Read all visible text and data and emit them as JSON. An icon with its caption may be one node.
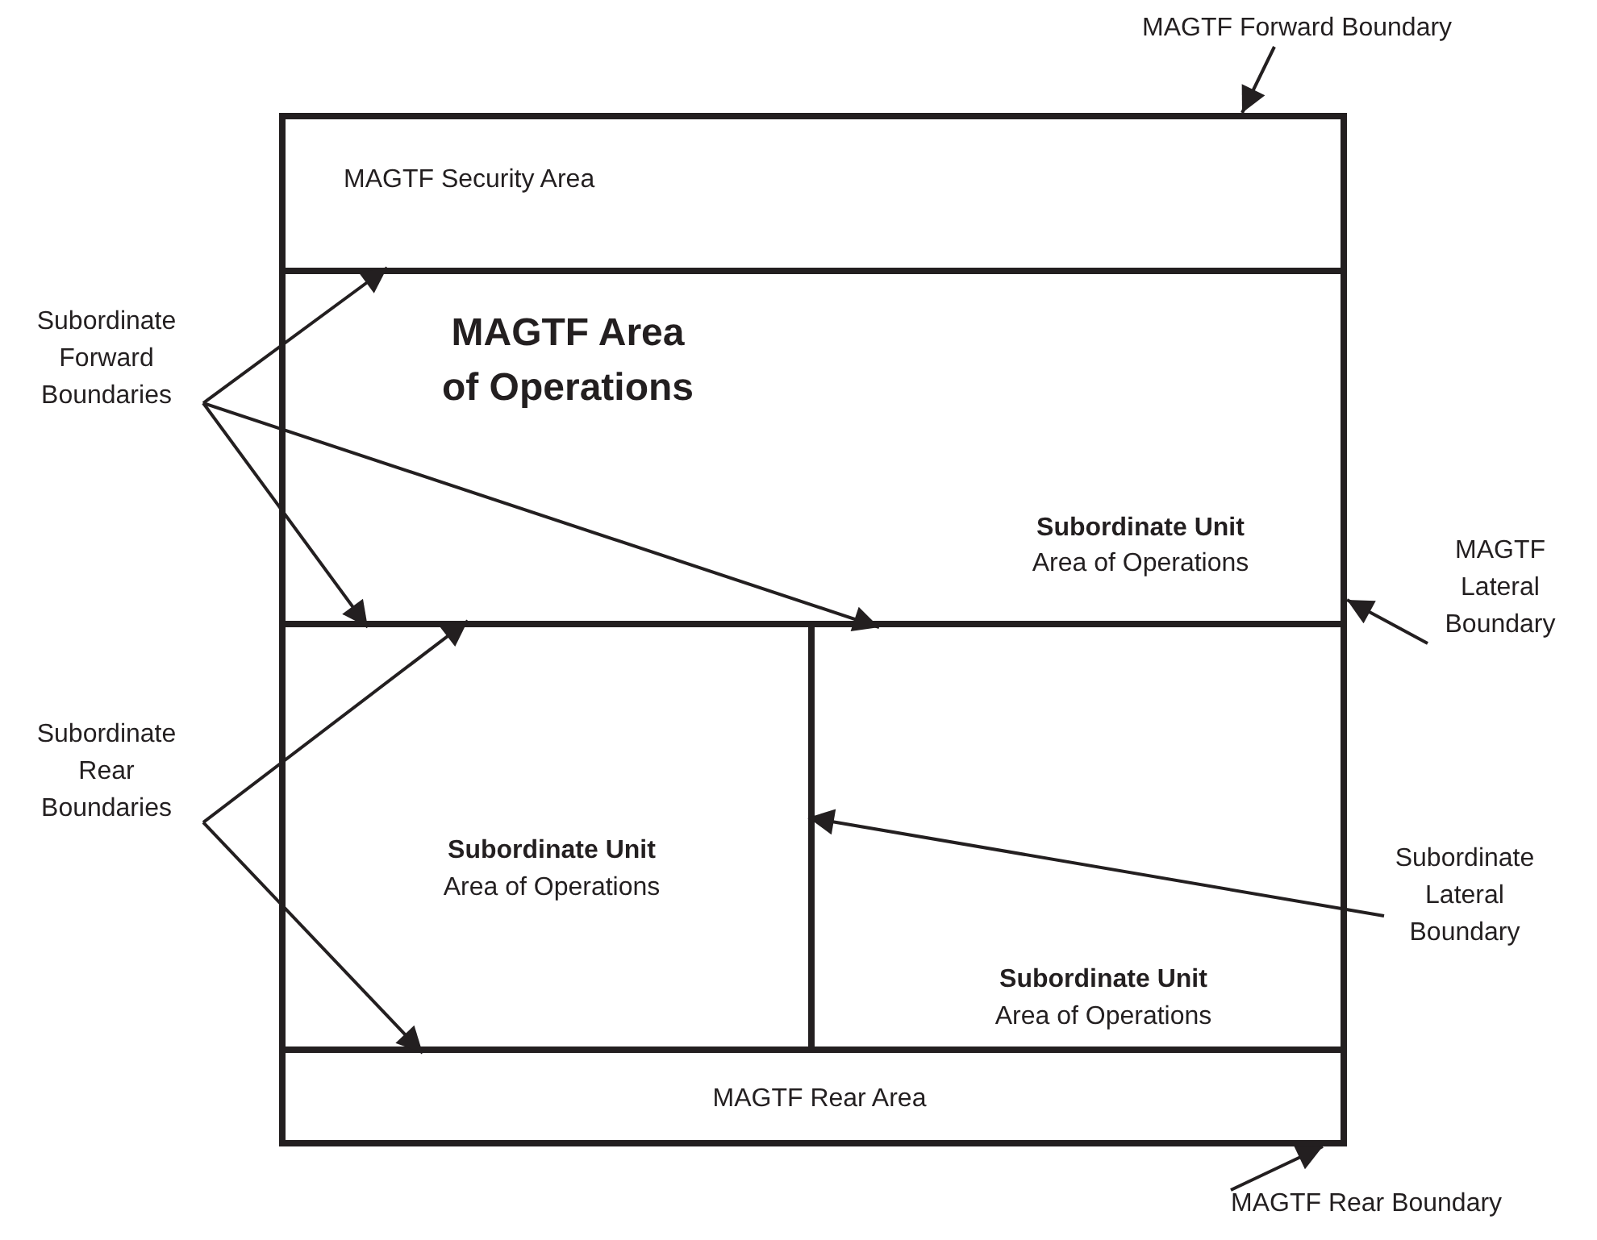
{
  "diagram": {
    "nodes": [
      {
        "text": [
          "MAGTF Security Area"
        ]
      },
      {
        "text": [
          "MAGTF Area of Operations",
          "Subordinate Unit",
          "Area of Operations"
        ]
      },
      {
        "text": [
          "Subordinate Unit",
          "Area of Operations"
        ]
      },
      {
        "text": [
          "Subordinate Unit",
          "Area of Operations"
        ]
      },
      {
        "text": [
          "MAGTF Rear Area"
        ]
      },
      {
        "text": [
          "MAGTF Forward Boundary"
        ]
      },
      {
        "text": [
          "Subordinate Forward Boundaries"
        ]
      },
      {
        "text": [
          "MAGTF Lateral Boundary"
        ]
      },
      {
        "text": [
          "Subordinate Rear Boundaries"
        ]
      },
      {
        "text": [
          "Subordinate Lateral Boundary"
        ]
      },
      {
        "text": [
          "MAGTF Rear Boundary"
        ]
      }
    ],
    "edges": [
      {
        "from": 5,
        "to": 0,
        "arrow": "to"
      },
      {
        "from": 6,
        "to": 1,
        "arrow": "to"
      },
      {
        "from": 6,
        "to": 1,
        "arrow": "to"
      },
      {
        "from": 6,
        "to": 1,
        "arrow": "to"
      },
      {
        "from": 7,
        "to": 1,
        "arrow": "to"
      },
      {
        "from": 8,
        "to": 2,
        "arrow": "to"
      },
      {
        "from": 8,
        "to": 2,
        "arrow": "to"
      },
      {
        "from": 9,
        "to": 3,
        "arrow": "to"
      },
      {
        "from": 10,
        "to": 4,
        "arrow": "to"
      }
    ]
  }
}
